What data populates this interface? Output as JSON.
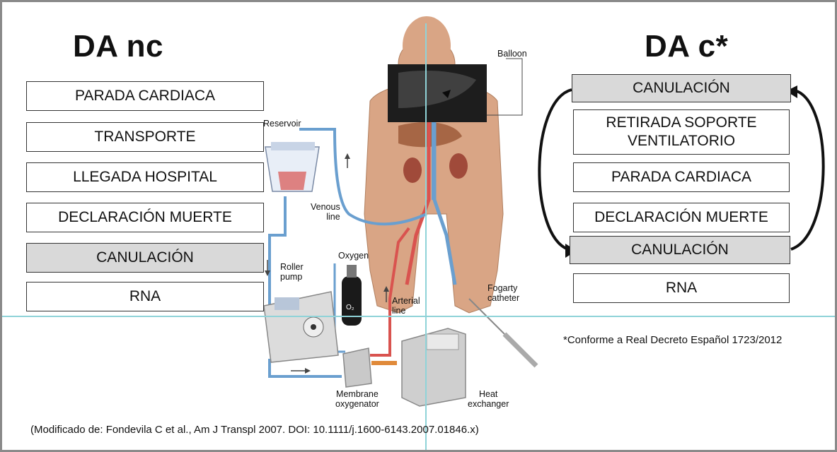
{
  "left": {
    "title": "DA nc",
    "steps": [
      {
        "label": "PARADA CARDIACA",
        "shaded": false
      },
      {
        "label": "TRANSPORTE",
        "shaded": false
      },
      {
        "label": "LLEGADA HOSPITAL",
        "shaded": false
      },
      {
        "label": "DECLARACIÓN MUERTE",
        "shaded": false
      },
      {
        "label": "CANULACIÓN",
        "shaded": true
      },
      {
        "label": "RNA",
        "shaded": false
      }
    ]
  },
  "right": {
    "title": "DA c*",
    "steps": [
      {
        "label": "CANULACIÓN",
        "shaded": true
      },
      {
        "label": "RETIRADA SOPORTE\nVENTILATORIO",
        "shaded": false
      },
      {
        "label": "PARADA CARDIACA",
        "shaded": false
      },
      {
        "label": "DECLARACIÓN MUERTE",
        "shaded": false
      },
      {
        "label": "CANULACIÓN",
        "shaded": true
      },
      {
        "label": "RNA",
        "shaded": false
      }
    ],
    "footnote": "*Conforme a Real Decreto Español 1723/2012"
  },
  "illustration_labels": {
    "balloon": "Balloon",
    "reservoir": "Reservoir",
    "venous_line": "Venous\nline",
    "oxygen": "Oxygen",
    "roller_pump": "Roller\npump",
    "arterial_line": "Arterial\nline",
    "fogarty_catheter": "Fogarty\ncatheter",
    "membrane_oxygenator": "Membrane\noxygenator",
    "heat_exchanger": "Heat\nexchanger",
    "o2_symbol": "O₂"
  },
  "citation": "(Modificado de: Fondevila C et al., Am J Transpl 2007. DOI: 10.1111/j.1600-6143.2007.01846.x)",
  "colors": {
    "shaded_box": "#d9d9d9",
    "guide_line": "#8fd3d8",
    "venous_tube": "#6a9fcf",
    "arterial_tube": "#d9534f",
    "skin": "#d9a585"
  }
}
